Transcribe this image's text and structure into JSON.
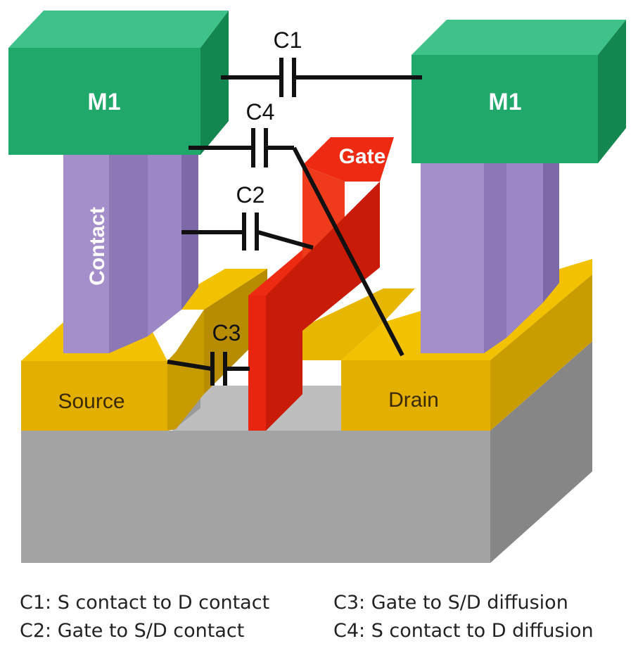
{
  "labels": {
    "metal_left": "M1",
    "metal_right": "M1",
    "gate": "Gate",
    "contact": "Contact",
    "source": "Source",
    "drain": "Drain"
  },
  "capacitors": {
    "c1": "C1",
    "c2": "C2",
    "c3": "C3",
    "c4": "C4"
  },
  "legend": {
    "c1": "C1: S contact to D contact",
    "c2": "C2: Gate to S/D contact",
    "c3": "C3: Gate to S/D diffusion",
    "c4": "C4: S contact to D diffusion"
  },
  "colors": {
    "metal": "#1fa86a",
    "contact": "#a58fca",
    "gate": "#ee2a12",
    "diffusion": "#e4b000",
    "substrate": "#a3a3a3"
  }
}
